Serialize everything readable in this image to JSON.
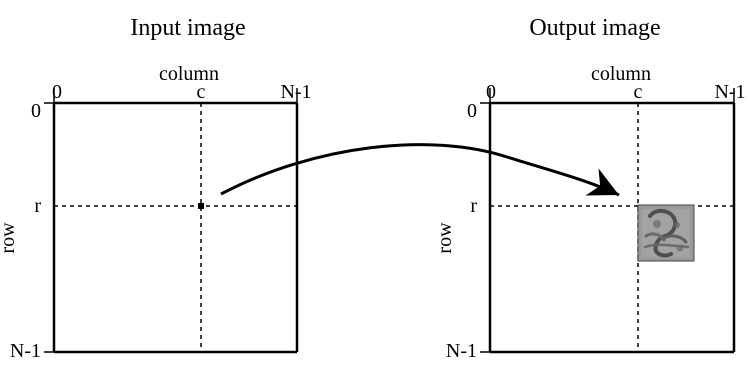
{
  "diagram": {
    "left_panel": {
      "title": "Input image",
      "column_label": "column",
      "row_label": "row",
      "top_ticks": [
        "0",
        "c",
        "N-1"
      ],
      "left_ticks": [
        "0",
        "r",
        "N-1"
      ]
    },
    "right_panel": {
      "title": "Output image",
      "column_label": "column",
      "row_label": "row",
      "top_ticks": [
        "0",
        "c",
        "N-1"
      ],
      "left_ticks": [
        "0",
        "r",
        "N-1"
      ]
    },
    "arrow": {
      "label": ""
    }
  },
  "colors": {
    "line": "#000000",
    "patch_fill": "#9a9a9a",
    "patch_dark": "#555555"
  }
}
